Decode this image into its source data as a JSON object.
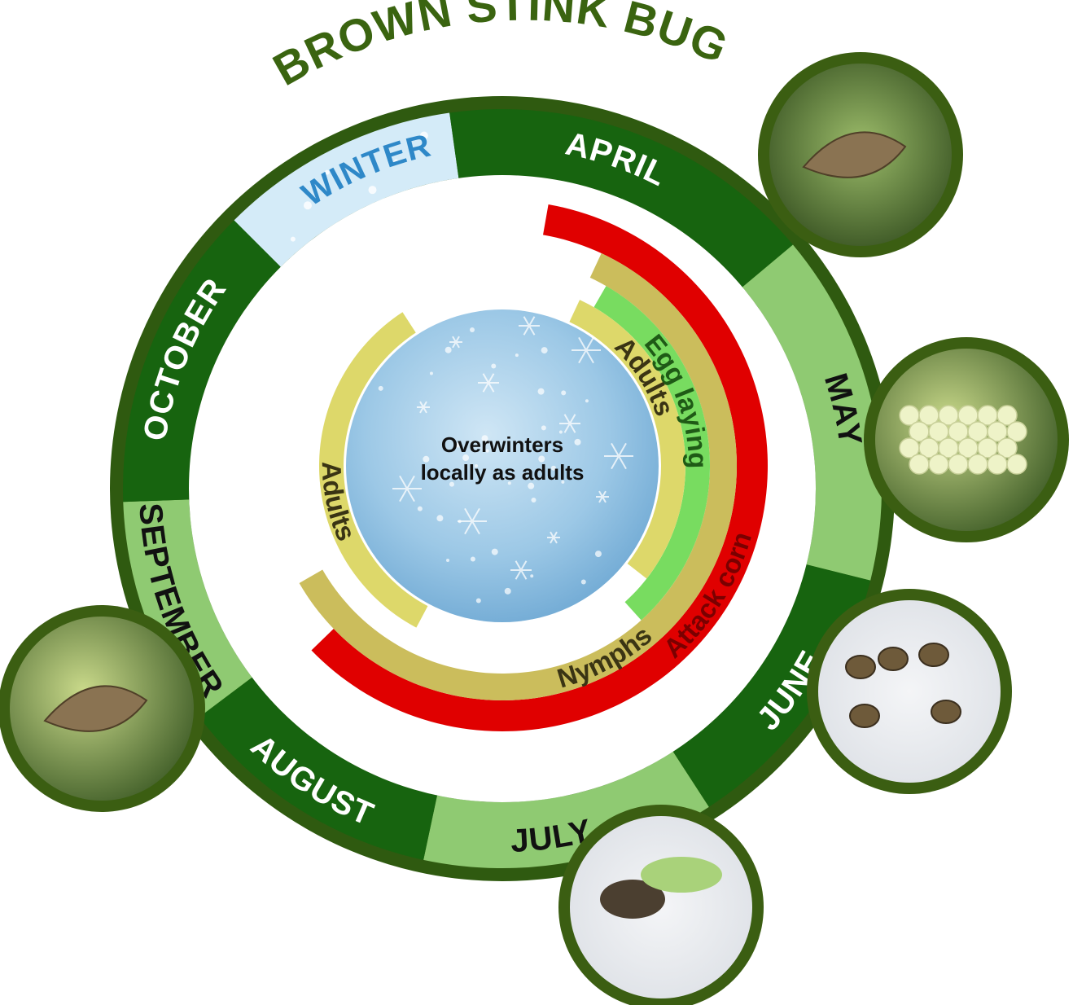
{
  "title": "BROWN STINK BUG",
  "center_text": [
    "Overwinters",
    "locally as adults"
  ],
  "months": [
    {
      "label": "WINTER",
      "text_color": "#2e88c8",
      "fill": "#d4ebf8"
    },
    {
      "label": "APRIL",
      "text_color": "#ffffff",
      "fill": "#17640f"
    },
    {
      "label": "MAY",
      "text_color": "#111111",
      "fill": "#8fca72"
    },
    {
      "label": "JUNE",
      "text_color": "#ffffff",
      "fill": "#17640f"
    },
    {
      "label": "JULY",
      "text_color": "#111111",
      "fill": "#8fca72"
    },
    {
      "label": "AUGUST",
      "text_color": "#ffffff",
      "fill": "#17640f"
    },
    {
      "label": "SEPTEMBER",
      "text_color": "#111111",
      "fill": "#8fca72"
    },
    {
      "label": "OCTOBER",
      "text_color": "#ffffff",
      "fill": "#17640f"
    }
  ],
  "bands": [
    {
      "label": "Attack corn",
      "color": "#e00000",
      "text_color": "#7a0000"
    },
    {
      "label": "Nymphs",
      "color": "#cbbd5c",
      "text_color": "#3a3414"
    },
    {
      "label": "Egg laying",
      "color": "#78dc60",
      "text_color": "#1f5a16"
    },
    {
      "label": "Adults",
      "color": "#ddd86a",
      "text_color": "#3a3414"
    },
    {
      "label": "Adults",
      "color": "#ddd86a",
      "text_color": "#3a3414"
    }
  ],
  "photos": [
    {
      "name": "adult-bug-photo",
      "subject": "adult brown stink bug on leaf"
    },
    {
      "name": "eggs-photo",
      "subject": "egg cluster"
    },
    {
      "name": "nymphs-photo",
      "subject": "nymphs"
    },
    {
      "name": "mating-photo",
      "subject": "nymph and adult"
    },
    {
      "name": "adult-side-photo",
      "subject": "adult brown stink bug side view"
    }
  ],
  "colors": {
    "dark_green": "#17640f",
    "light_green": "#8fca72",
    "outline_green": "#3b5e12",
    "title_green": "#3a6410",
    "winter_blue": "#d4ebf8"
  }
}
